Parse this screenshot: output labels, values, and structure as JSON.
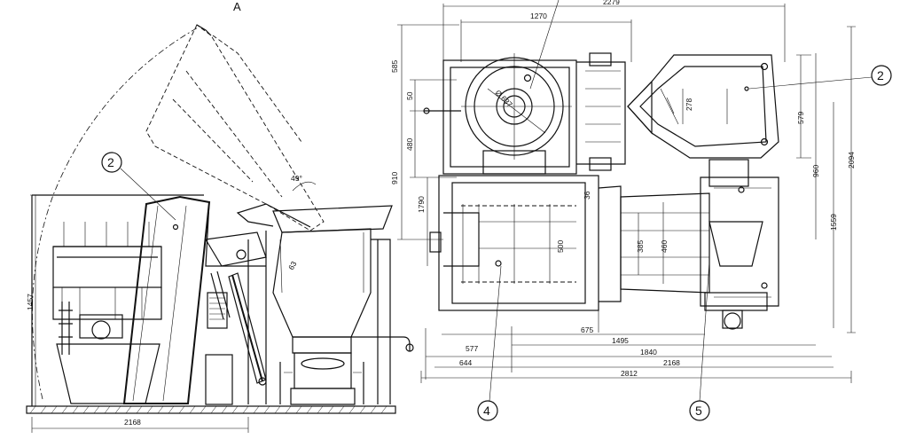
{
  "view_label": "A",
  "left_view": {
    "dims": {
      "overall_width": "2168",
      "height": "1457",
      "angle": "49°",
      "small": "63"
    },
    "callout": "2"
  },
  "right_view": {
    "dims": {
      "top_2279": "2279",
      "top_1270": "1270",
      "v585": "585",
      "v50": "50",
      "v480": "480",
      "v910": "910",
      "v1790": "1790",
      "v500": "500",
      "v385": "385",
      "v460": "460",
      "v36": "36",
      "v278": "278",
      "v579": "579",
      "v960": "960",
      "v1559": "1559",
      "v2094": "2094",
      "dia": "Ø 637",
      "b675": "675",
      "b577": "577",
      "b1495": "1495",
      "b1840": "1840",
      "b644": "644",
      "b2168": "2168",
      "b2812": "2812"
    },
    "callouts": [
      "2",
      "4",
      "5"
    ]
  }
}
